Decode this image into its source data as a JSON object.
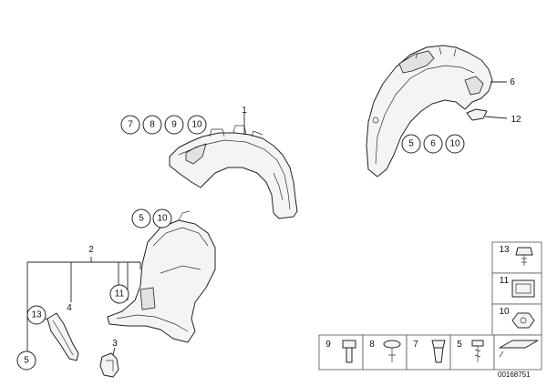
{
  "diagram": {
    "rear_liner_label": "1",
    "rear_liner_refs": [
      "7",
      "8",
      "9",
      "10"
    ],
    "front_liner_refs": [
      "5",
      "10"
    ],
    "front_assembly_label": "2",
    "front_assembly_refs": [
      "4",
      "3",
      "11",
      "13",
      "5"
    ],
    "right_liner_label": "6",
    "right_liner_flap_label": "12",
    "right_liner_refs": [
      "5",
      "6",
      "10"
    ],
    "parts_table_right": [
      "13",
      "11",
      "10"
    ],
    "parts_table_bottom": [
      "9",
      "8",
      "7",
      "5"
    ],
    "document_id": "00168751"
  }
}
